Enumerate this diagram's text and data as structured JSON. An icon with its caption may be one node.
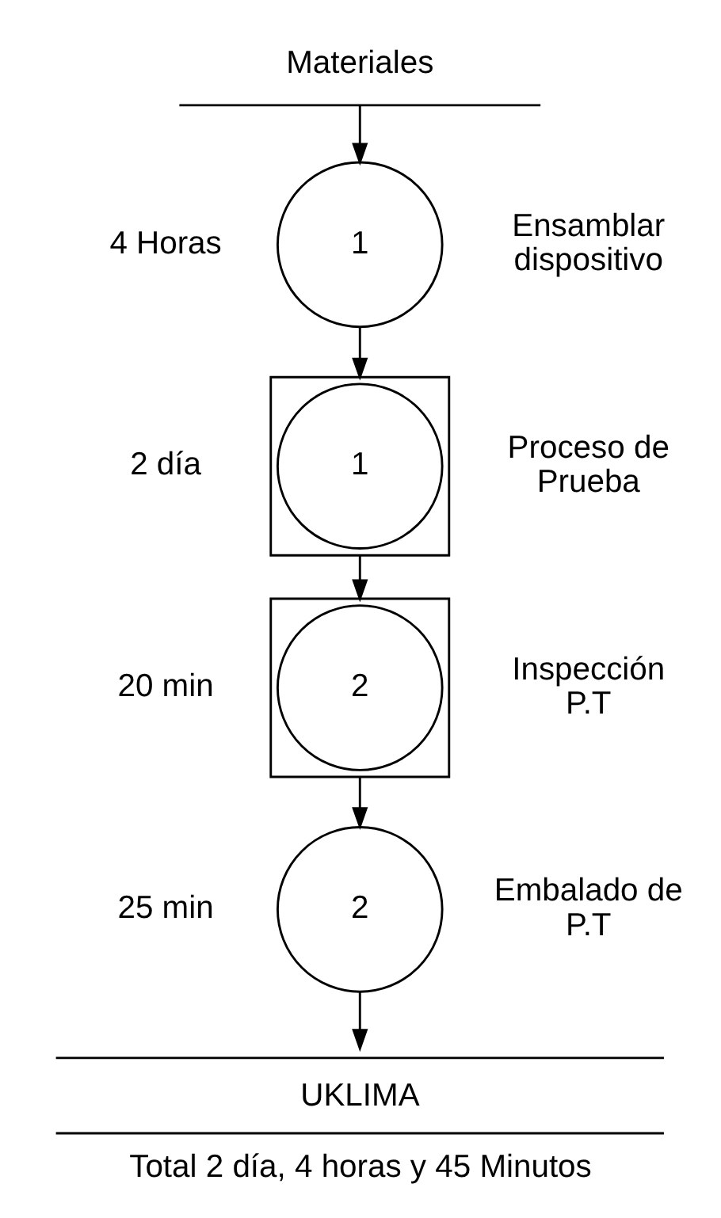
{
  "diagram": {
    "caption": "Total 2 día, 4 horas y 45 Minutos",
    "nodes": [
      {
        "text": [
          "Materiales"
        ]
      },
      {
        "text": [
          "1"
        ],
        "beside": [
          "4 Horas",
          "Ensamblar dispositivo"
        ]
      },
      {
        "text": [],
        "shape": "box",
        "beside": [
          "2 día",
          "Proceso de Prueba"
        ]
      },
      {
        "text": [
          "1"
        ],
        "in": 2
      },
      {
        "text": [],
        "shape": "box",
        "beside": [
          "20 min",
          "Inspección P.T"
        ]
      },
      {
        "text": [
          "2"
        ],
        "in": 4
      },
      {
        "text": [
          "2"
        ],
        "beside": [
          "25 min",
          "Embalado de P.T"
        ]
      },
      {
        "text": [
          "UKLIMA"
        ]
      }
    ],
    "edges": [
      {
        "from": 0,
        "to": 1,
        "arrow": "to"
      },
      {
        "from": 1,
        "to": 2,
        "arrow": "to"
      },
      {
        "from": 2,
        "to": 4,
        "arrow": "to"
      },
      {
        "from": 4,
        "to": 6,
        "arrow": "to"
      },
      {
        "from": 6,
        "to": 7,
        "arrow": "to"
      }
    ]
  }
}
